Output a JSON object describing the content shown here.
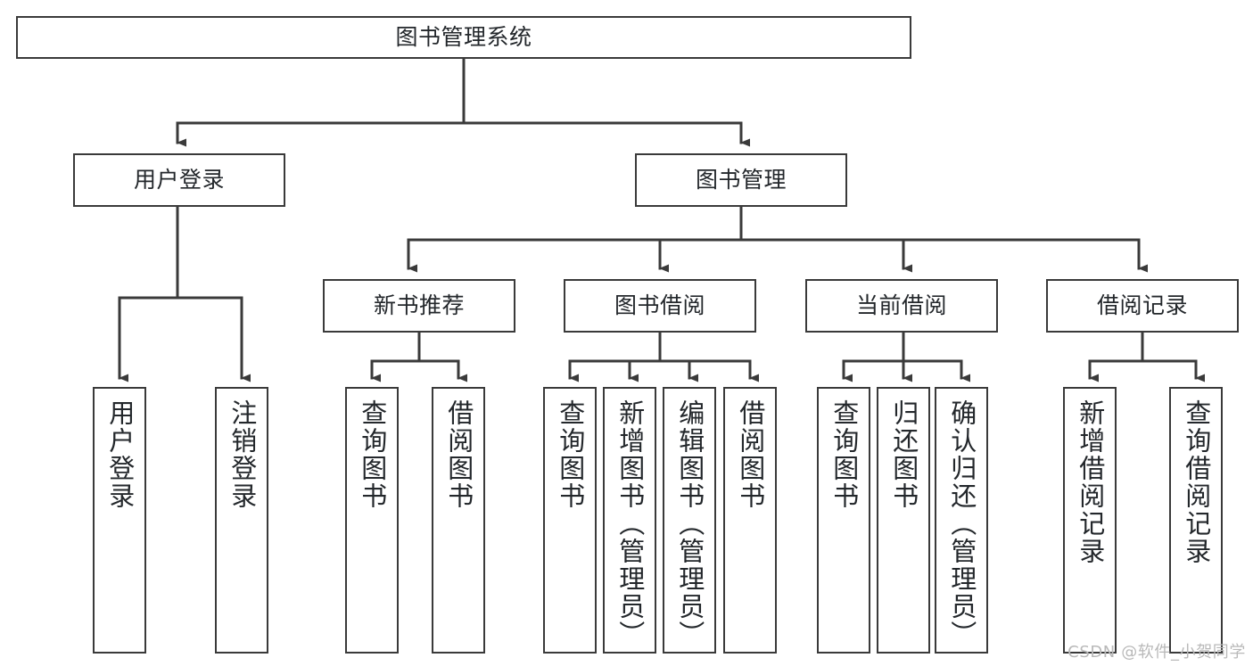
{
  "diagram": {
    "type": "hierarchy-tree",
    "title": "图书管理系统",
    "background": "#ffffff",
    "line_color": "#3a3a3a",
    "text_color": "#23272b",
    "levels": 4,
    "root": {
      "label": "图书管理系统",
      "children": [
        {
          "label": "用户登录",
          "children": [
            {
              "label": "用户登录"
            },
            {
              "label": "注销登录"
            }
          ]
        },
        {
          "label": "图书管理",
          "children": [
            {
              "label": "新书推荐",
              "children": [
                {
                  "label": "查询图书"
                },
                {
                  "label": "借阅图书"
                }
              ]
            },
            {
              "label": "图书借阅",
              "children": [
                {
                  "label": "查询图书"
                },
                {
                  "label": "新增图书（管理员）"
                },
                {
                  "label": "编辑图书（管理员）"
                },
                {
                  "label": "借阅图书"
                }
              ]
            },
            {
              "label": "当前借阅",
              "children": [
                {
                  "label": "查询图书"
                },
                {
                  "label": "归还图书"
                },
                {
                  "label": "确认归还（管理员）"
                }
              ]
            },
            {
              "label": "借阅记录",
              "children": [
                {
                  "label": "新增借阅记录"
                },
                {
                  "label": "查询借阅记录"
                }
              ]
            }
          ]
        }
      ]
    },
    "nodes": {
      "root": "图书管理系统",
      "user_login": "用户登录",
      "book_manage": "图书管理",
      "new_book_rec": "新书推荐",
      "book_borrow": "图书借阅",
      "current_borrow": "当前借阅",
      "borrow_record": "借阅记录",
      "leaf_user_login": "用户登录",
      "leaf_logout": "注销登录",
      "leaf_query_book_a": "查询图书",
      "leaf_borrow_book_a": "借阅图书",
      "leaf_query_book_b": "查询图书",
      "leaf_add_book": "新增图书（管理员）",
      "leaf_edit_book": "编辑图书（管理员）",
      "leaf_borrow_book_b": "借阅图书",
      "leaf_query_book_c": "查询图书",
      "leaf_return_book": "归还图书",
      "leaf_confirm_return": "确认归还（管理员）",
      "leaf_add_record": "新增借阅记录",
      "leaf_query_record": "查询借阅记录"
    }
  },
  "watermark": {
    "text": "CSDN @软件_小贺同学"
  }
}
